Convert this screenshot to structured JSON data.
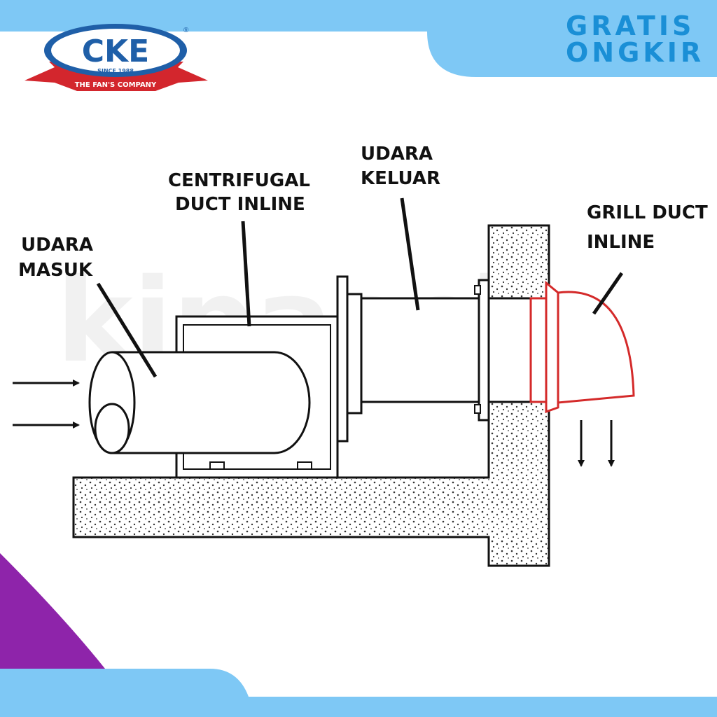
{
  "brand": {
    "logo_text": "CKE",
    "since": "SINCE 1988",
    "slogan": "THE FAN'S COMPANY",
    "registered": "®",
    "colors": {
      "logo_blue": "#1f5fa8",
      "ribbon_red": "#d3262d"
    }
  },
  "promo": {
    "line1": "GRATIS",
    "line2": "ONGKIR",
    "colors": {
      "banner": "#7ec8f5",
      "text": "#1a8fd6"
    }
  },
  "watermark": "kipascke",
  "labels": {
    "inlet": {
      "line1": "UDARA",
      "line2": "MASUK"
    },
    "fan": {
      "line1": "CENTRIFUGAL",
      "line2": "DUCT INLINE"
    },
    "outlet": {
      "line1": "UDARA",
      "line2": "KELUAR"
    },
    "grill": {
      "line1": "GRILL DUCT",
      "line2": "INLINE"
    }
  },
  "colors": {
    "grill_outline": "#d42a2a",
    "accent_purple": "#8e24aa"
  }
}
